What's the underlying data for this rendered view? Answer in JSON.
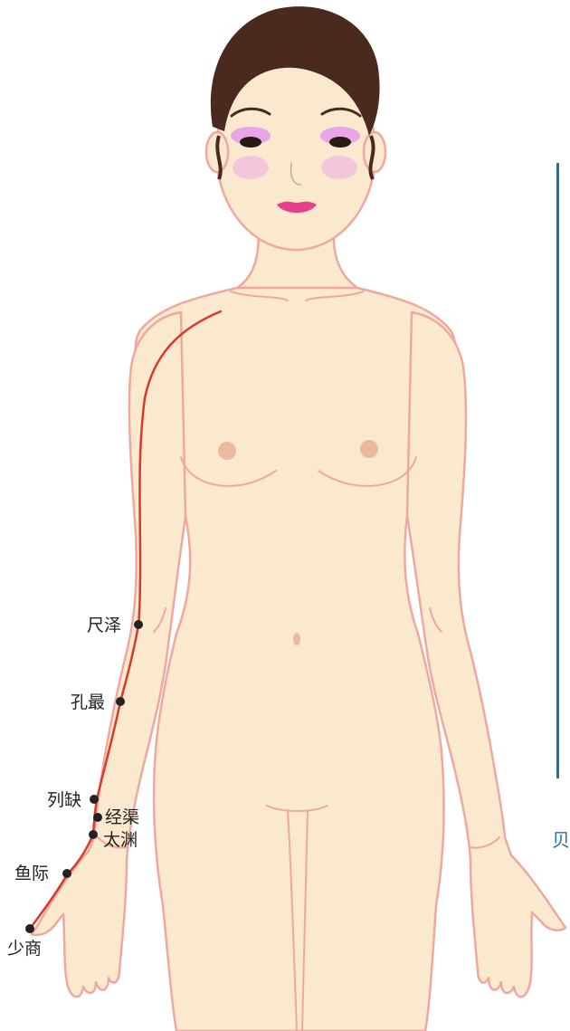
{
  "colors": {
    "skin": "#fbe9cf",
    "outline": "#efa8a0",
    "meridian": "#d83a2a",
    "acupoint": "#222222",
    "hair": "#4a2a1e",
    "lips": "#e5418a",
    "eyeshadow": "#e9a6e6",
    "blush": "#f3c6dc",
    "nipple": "#eab9a0",
    "edge_accent": "#1d6fb8"
  },
  "meridian": {
    "acupoints": [
      {
        "label": "尺泽"
      },
      {
        "label": "孔最"
      },
      {
        "label": "列缺"
      },
      {
        "label": "经渠"
      },
      {
        "label": "太渊"
      },
      {
        "label": "鱼际"
      },
      {
        "label": "少商"
      }
    ]
  },
  "edge_glyph": "贝"
}
